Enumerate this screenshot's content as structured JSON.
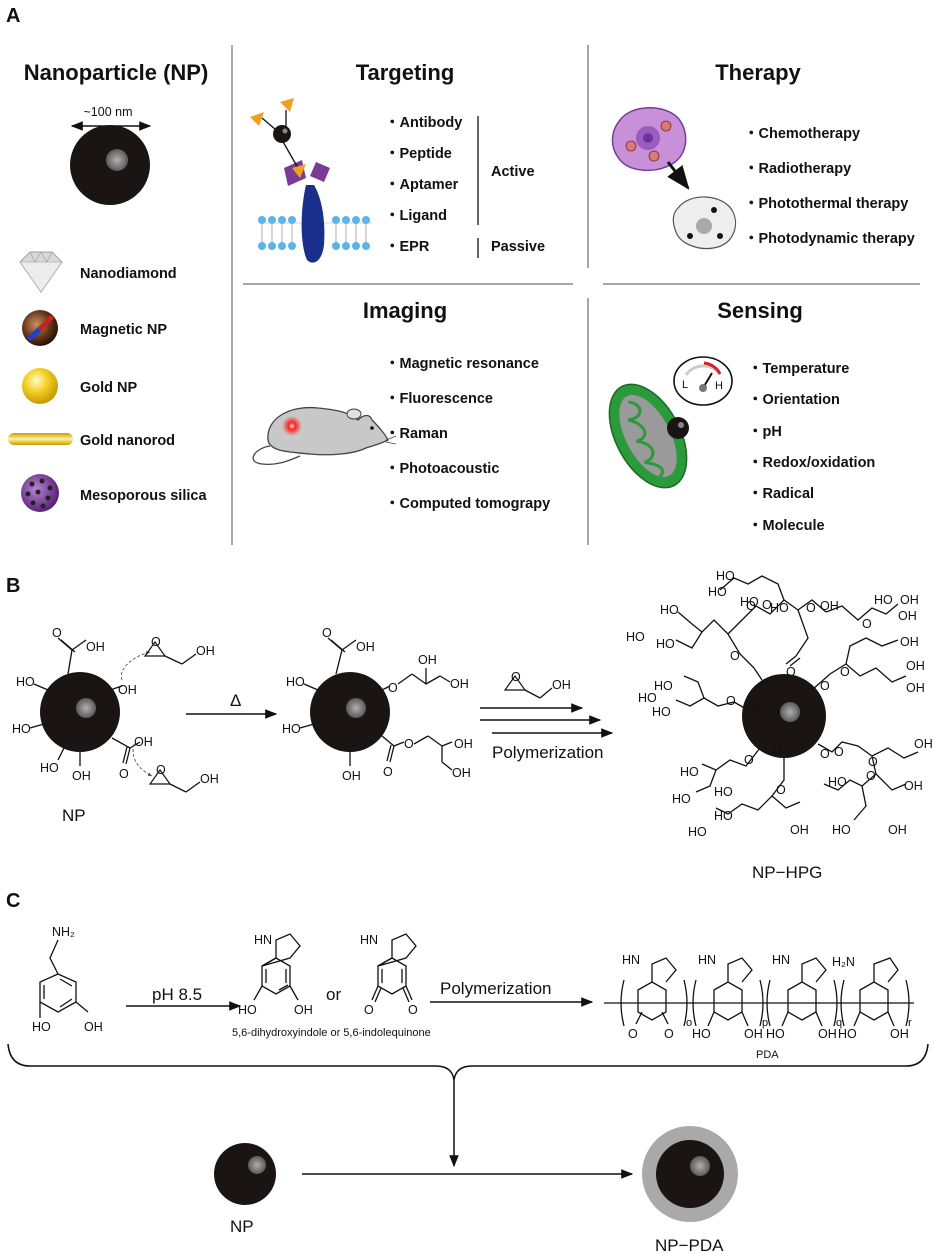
{
  "panel_labels": {
    "a": "A",
    "b": "B",
    "c": "C"
  },
  "panel_a": {
    "np_title": "Nanoparticle (NP)",
    "scale": "~100 nm",
    "np_types": [
      "Nanodiamond",
      "Magnetic NP",
      "Gold NP",
      "Gold nanorod",
      "Mesoporous silica"
    ],
    "targeting": {
      "title": "Targeting",
      "items": [
        "・Antibody",
        "・Peptide",
        "・Aptamer",
        "・Ligand",
        "・EPR"
      ],
      "active": "Active",
      "passive": "Passive"
    },
    "therapy": {
      "title": "Therapy",
      "items": [
        "・Chemotherapy",
        "・Radiotherapy",
        "・Photothermal therapy",
        "・Photodynamic therapy"
      ]
    },
    "imaging": {
      "title": "Imaging",
      "items": [
        "・Magnetic resonance",
        "・Fluorescence",
        "・Raman",
        "・Photoacoustic",
        "・Computed tomograpy"
      ]
    },
    "sensing": {
      "title": "Sensing",
      "gauge_low": "L",
      "gauge_high": "H",
      "items": [
        "・Temperature",
        "・Orientation",
        "・pH",
        "・Redox/oxidation",
        "・Radical",
        "・Molecule"
      ]
    }
  },
  "panel_b": {
    "heat": "Δ",
    "polymerization": "Polymerization",
    "np_label": "NP",
    "product_label": "NP−HPG",
    "oh": "OH",
    "ho": "HO",
    "o": "O"
  },
  "panel_c": {
    "nh2": "NH₂",
    "h2n": "H₂N",
    "hn": "HN",
    "ph": "pH 8.5",
    "or": "or",
    "polymerization": "Polymerization",
    "subtitle": "5,6-dihydroxyindole  or  5,6-indolequinone",
    "pda": "PDA",
    "subscripts": [
      "o",
      "p",
      "q",
      "r"
    ],
    "np_label": "NP",
    "product_label": "NP−PDA"
  },
  "colors": {
    "np_core": "#1b1414",
    "divider": "#8a8a8a",
    "antibody_triangle": "#f0a020",
    "receptor": "#1a2e8c",
    "membrane_head": "#5ab4e6",
    "ligand": "#7a3b96",
    "mitochondria": "#2a9a3a",
    "gold": "#f3c614",
    "silica": "#7a3b96",
    "pda_shell": "#a9a9a9"
  }
}
